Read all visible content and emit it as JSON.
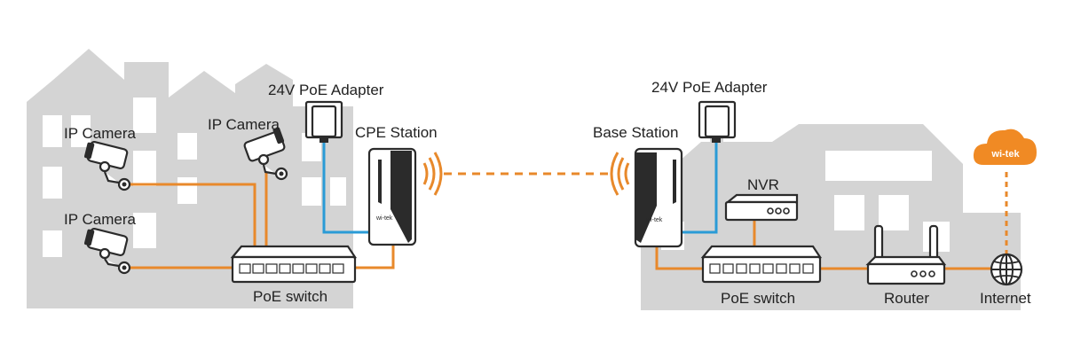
{
  "labels": {
    "ip_camera_1": "IP Camera",
    "ip_camera_2": "IP Camera",
    "ip_camera_3": "IP Camera",
    "poe_adapter_left": "24V PoE Adapter",
    "poe_adapter_right": "24V PoE Adapter",
    "cpe_station": "CPE Station",
    "base_station": "Base Station",
    "nvr": "NVR",
    "poe_switch_left": "PoE switch",
    "poe_switch_right": "PoE switch",
    "router": "Router",
    "internet": "Internet",
    "cloud_logo": "wi-tek"
  },
  "colors": {
    "ethernet": "#e8892b",
    "power": "#2a9bd6",
    "building": "#d4d4d4",
    "device": "#2b2b2b",
    "cloud": "#f08a24"
  },
  "icons": [
    "camera-icon",
    "plug-icon",
    "cpe-antenna-icon",
    "wifi-signal-icon",
    "switch-icon",
    "nvr-icon",
    "router-icon",
    "globe-icon",
    "cloud-icon"
  ]
}
